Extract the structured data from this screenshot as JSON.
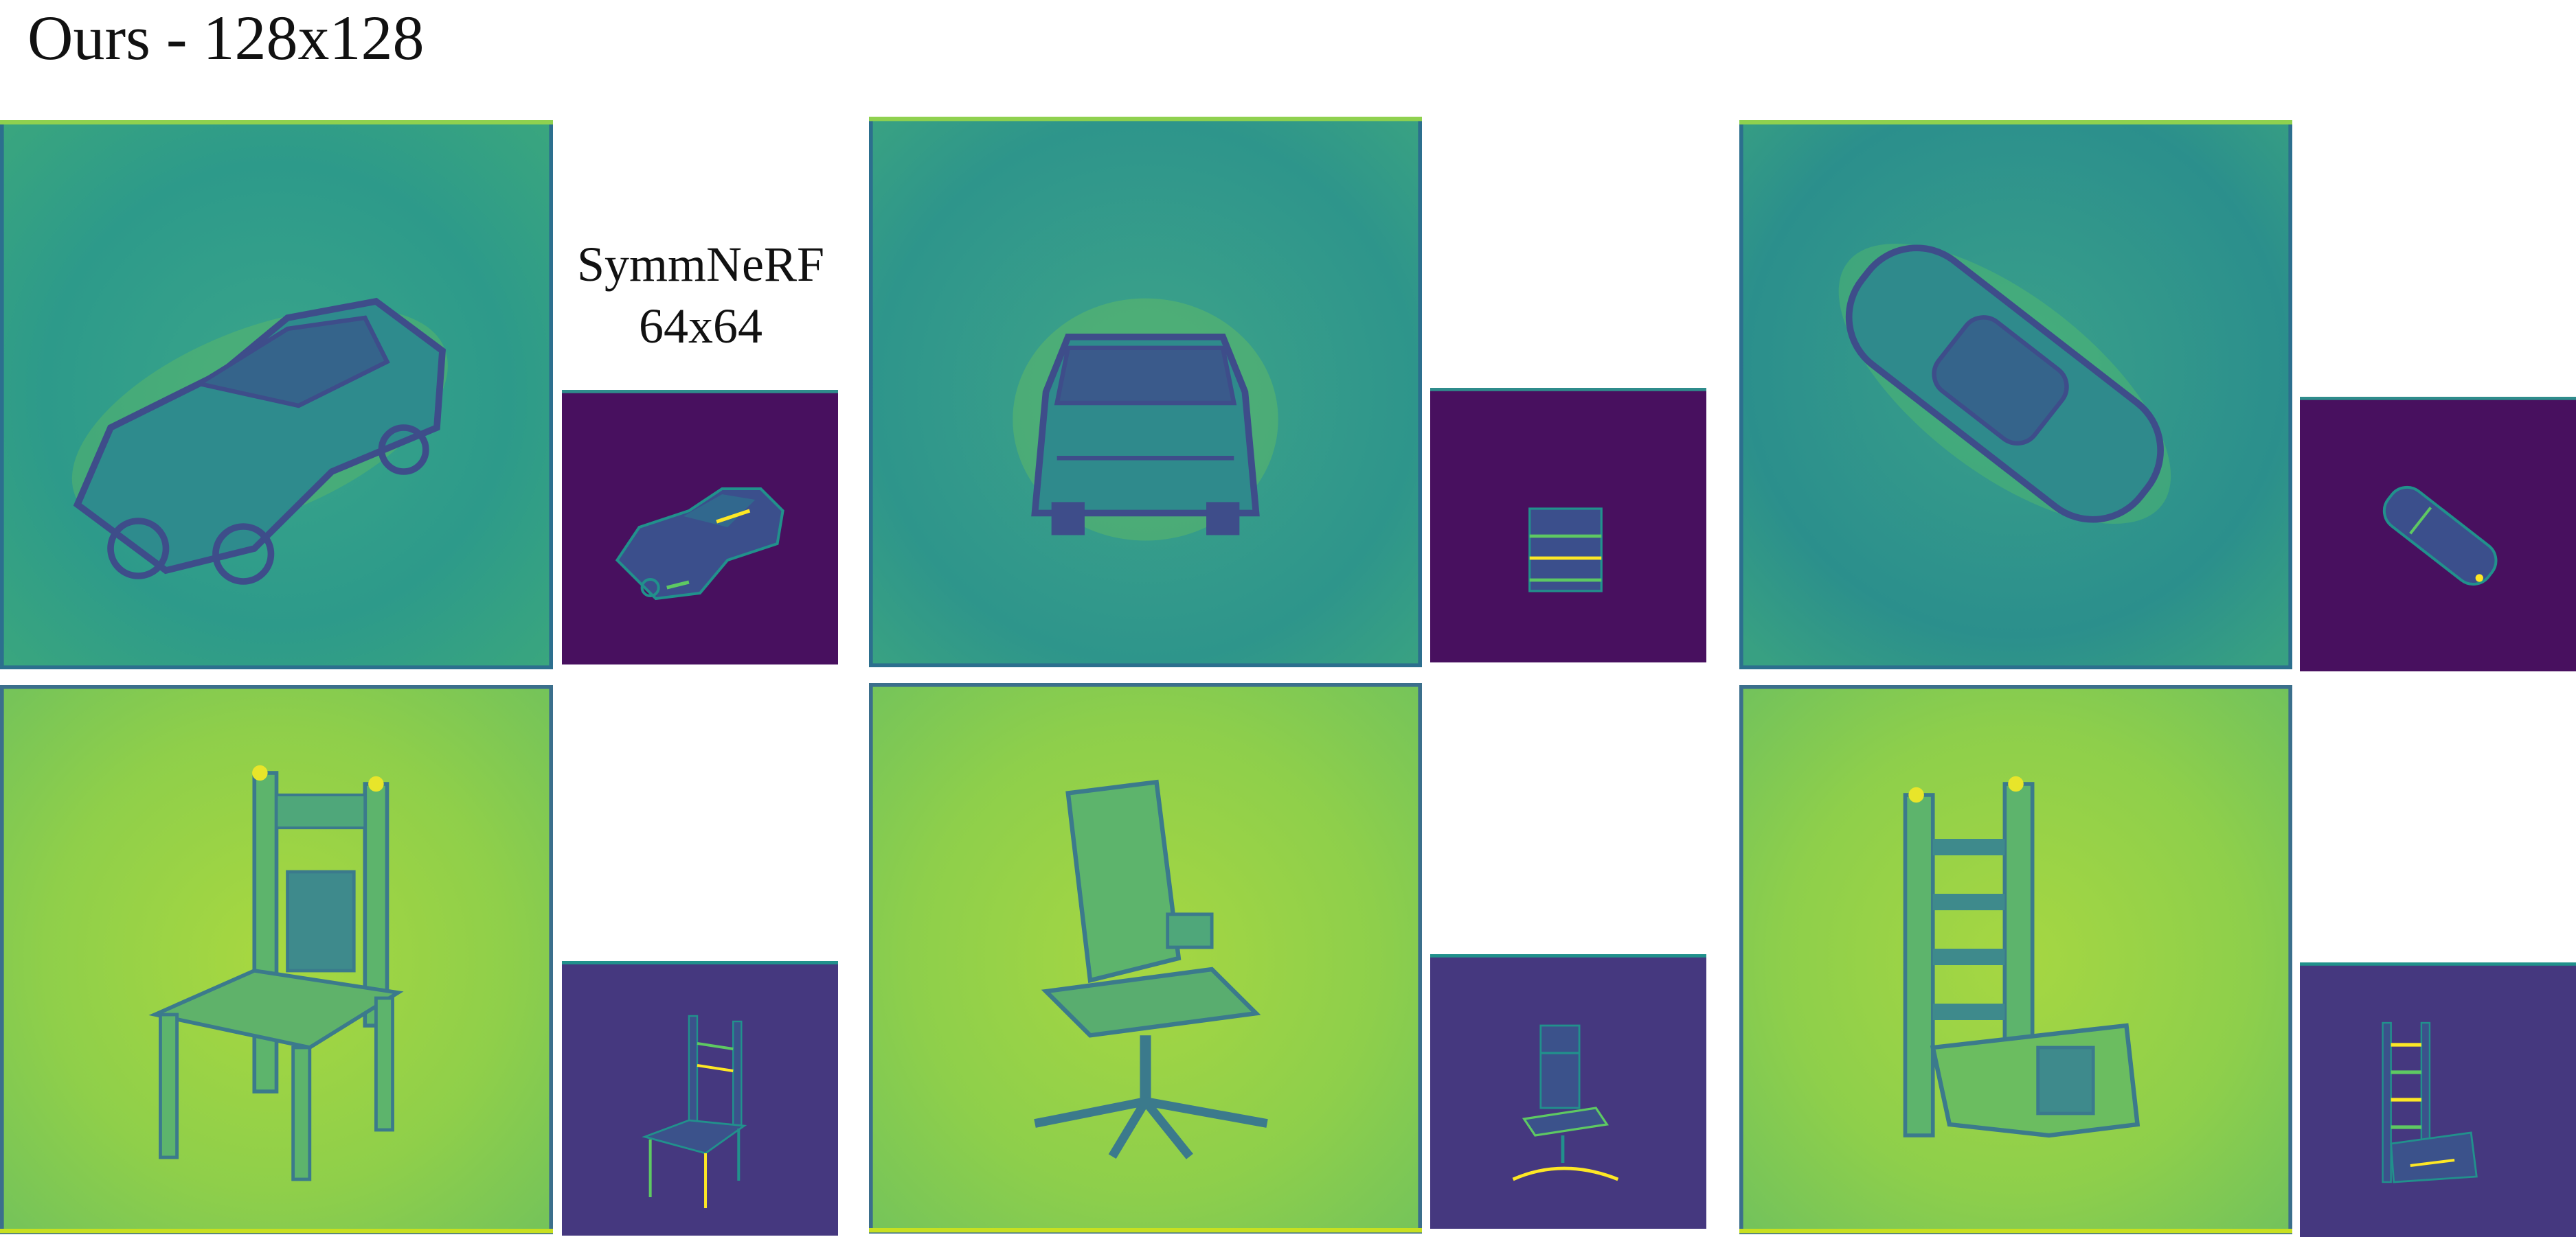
{
  "title": "Ours - 128x128",
  "comparison_label": {
    "method": "SymmNeRF",
    "resolution": "64x64"
  },
  "colors": {
    "viridis_low": "#44075a",
    "viridis_mid_low": "#3b528b",
    "viridis_mid": "#21918c",
    "viridis_mid_high": "#5ec962",
    "viridis_high": "#fde725",
    "car_background": "#2a9b8a",
    "chair_background": "#8fcf4a",
    "small_car_background": "#48105f",
    "small_chair_background": "#45387f"
  },
  "rows": [
    {
      "category": "car",
      "pairs": [
        {
          "ours": "car-3quarter-view",
          "symmnerf": "car-3quarter-view"
        },
        {
          "ours": "car-front-view",
          "symmnerf": "car-front-view"
        },
        {
          "ours": "car-top-diagonal-view",
          "symmnerf": "car-top-diagonal-view"
        }
      ]
    },
    {
      "category": "chair",
      "pairs": [
        {
          "ours": "chair-3quarter-view",
          "symmnerf": "chair-3quarter-view"
        },
        {
          "ours": "office-chair-view",
          "symmnerf": "office-chair-view"
        },
        {
          "ours": "ladder-chair-view",
          "symmnerf": "ladder-chair-view"
        }
      ]
    }
  ]
}
